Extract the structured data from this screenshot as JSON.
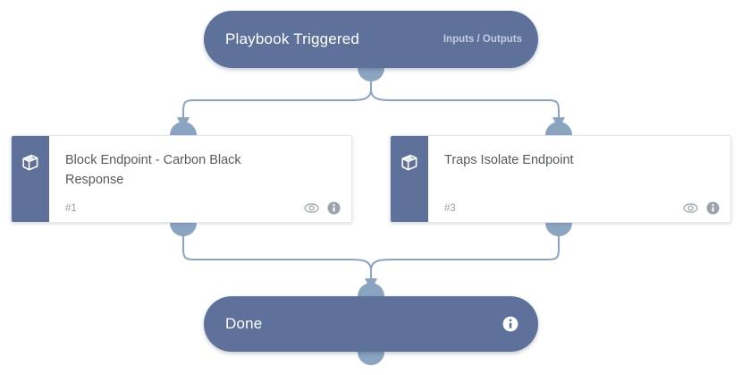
{
  "canvas": {
    "background": "#ffffff",
    "node_color": "#5e719b",
    "connector_color": "#8aa4c2",
    "card_background": "#ffffff"
  },
  "nodes": {
    "trigger": {
      "title": "Playbook Triggered",
      "subtitle": "Inputs / Outputs"
    },
    "done": {
      "title": "Done"
    }
  },
  "tasks": [
    {
      "title": "Block Endpoint - Carbon Black Response",
      "number": "#1",
      "icon": "book-icon",
      "eye_icon": "eye-icon",
      "info_icon": "info-icon"
    },
    {
      "title": "Traps Isolate Endpoint",
      "number": "#3",
      "icon": "book-icon",
      "eye_icon": "eye-icon",
      "info_icon": "info-icon"
    }
  ]
}
